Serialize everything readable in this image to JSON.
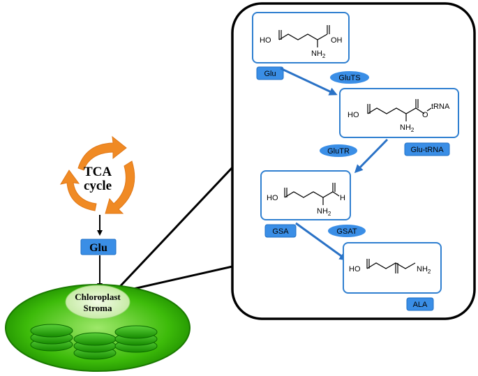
{
  "cycle": {
    "line1": "TCA",
    "line2": "cycle"
  },
  "glu_cyto": "Glu",
  "chloroplast": {
    "line1": "Chloroplast",
    "line2": "Stroma"
  },
  "molecules": {
    "glu": {
      "label": "Glu",
      "ho_left": "HO",
      "oh_right": "OH",
      "nh2_main": "NH",
      "nh2_sub": "2"
    },
    "glu_trna": {
      "label": "Glu-tRNA",
      "ho_left": "HO",
      "o": "O",
      "trna": "tRNA",
      "nh2_main": "NH",
      "nh2_sub": "2"
    },
    "gsa": {
      "label": "GSA",
      "ho_left": "HO",
      "h": "H",
      "nh2_main": "NH",
      "nh2_sub": "2"
    },
    "ala": {
      "label": "ALA",
      "ho_left": "HO",
      "nh2_main": "NH",
      "nh2_sub": "2"
    }
  },
  "enzymes": {
    "gluts": "GluTS",
    "glutr": "GluTR",
    "gsat": "GSAT"
  },
  "colors": {
    "accent_blue": "#3a8ee6",
    "box_border": "#2f7fd0",
    "arrow_blue": "#2a72c6",
    "cycle_orange": "#f08a24",
    "chloroplast_green": "#36b000",
    "thylakoid_green": "#2fb31a"
  }
}
